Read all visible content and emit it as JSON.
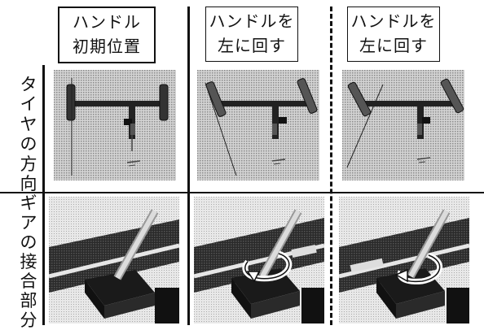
{
  "columns": [
    {
      "line1": "ハンドル",
      "line2": "初期位置"
    },
    {
      "line1": "ハンドルを",
      "line2": "左に回す"
    },
    {
      "line1": "ハンドルを",
      "line2": "左に回す"
    }
  ],
  "rows": [
    {
      "label_chars": [
        "タ",
        "イ",
        "ヤ",
        "の",
        "方",
        "向"
      ]
    },
    {
      "label_chars": [
        "ギ",
        "ア",
        "の",
        "接",
        "合",
        "部",
        "分"
      ]
    }
  ]
}
